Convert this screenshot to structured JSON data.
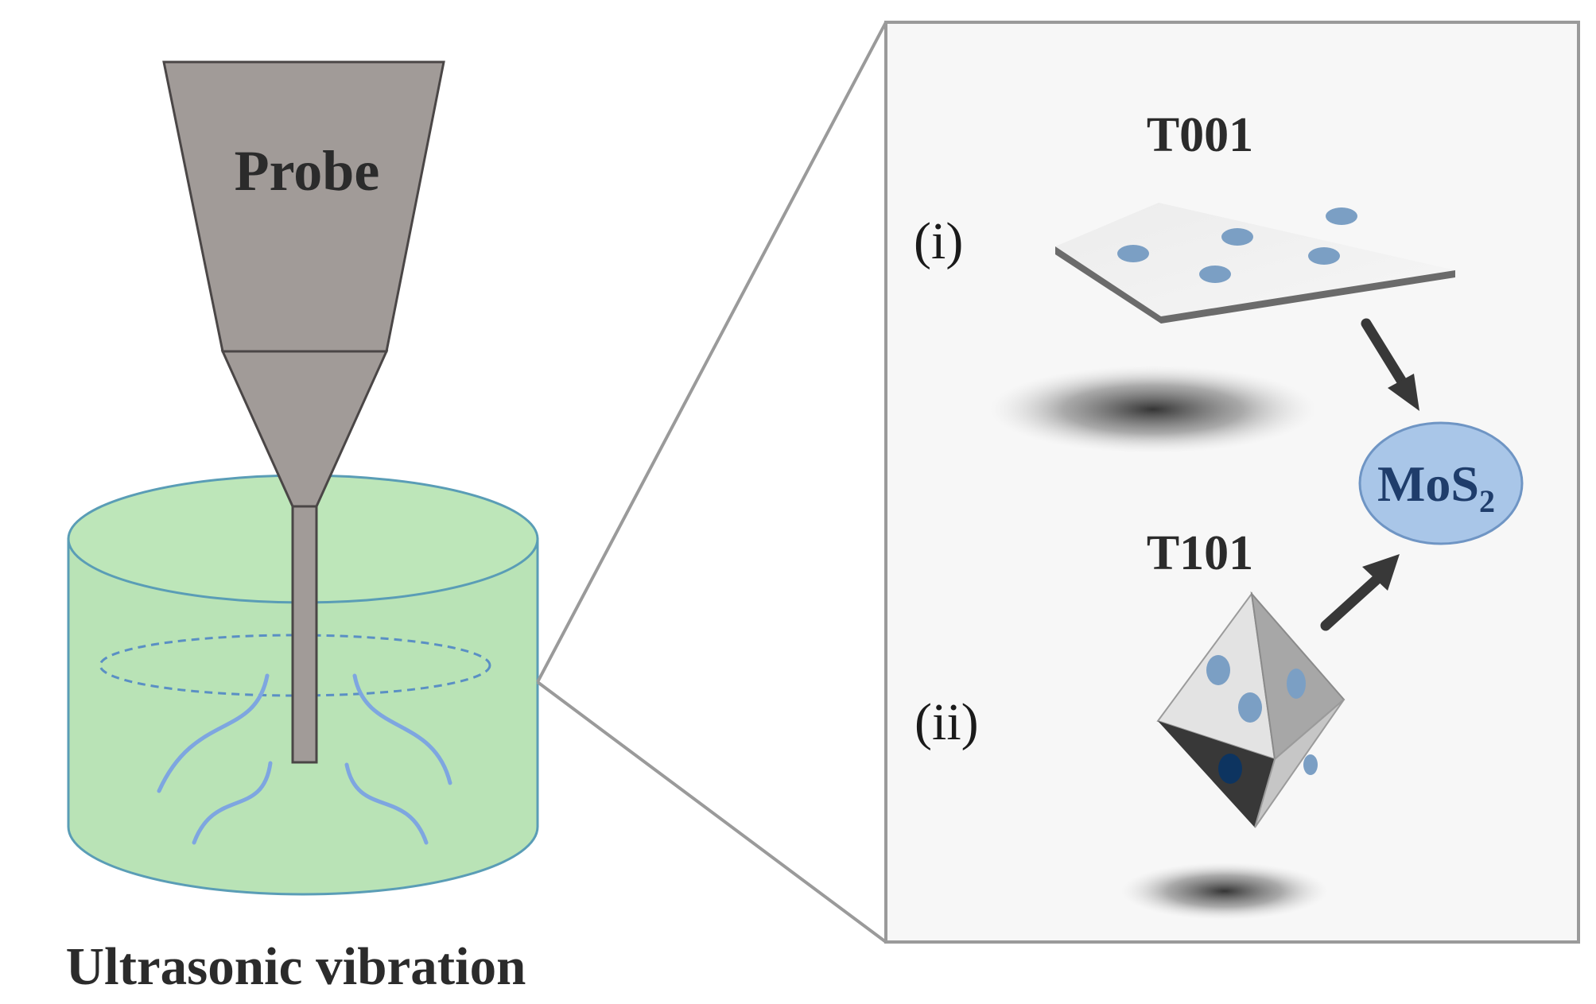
{
  "labels": {
    "probe": "Probe",
    "caption": "Ultrasonic vibration",
    "t001": "T001",
    "t101": "T101",
    "roman_i": "(i)",
    "roman_ii": "(ii)",
    "mos_base": "MoS",
    "mos_sub": "2"
  },
  "colors": {
    "probe": "#a19b98",
    "probe_stroke": "#4a4646",
    "liquid": "#b9e3b6",
    "liquid_stroke": "#5a9db6",
    "wave": "#7ea6e0",
    "panel_bg": "#f7f7f7",
    "panel_stroke": "#9a9a9a",
    "dot": "#7b9fc4",
    "mos_fill": "#a9c6e8",
    "mos_stroke": "#6f95c4",
    "arrow": "#383838"
  }
}
